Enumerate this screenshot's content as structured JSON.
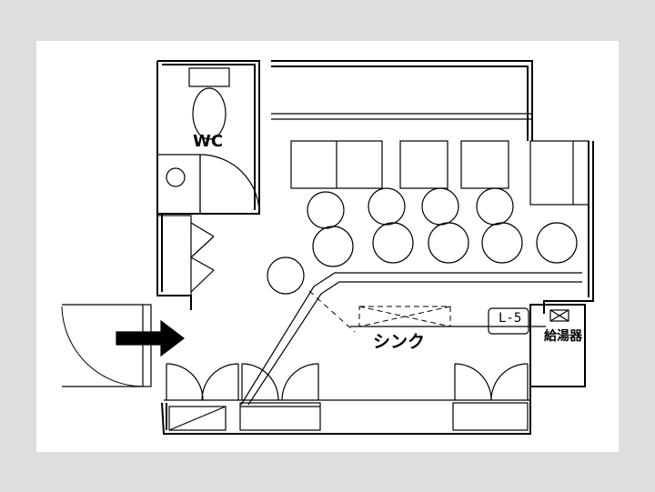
{
  "floorplan": {
    "labels": {
      "wc": "WC",
      "sink": "シンク",
      "water_heater": "給湯器",
      "tag": "L-5"
    },
    "colors": {
      "background": "#dedede",
      "paper": "#ffffff",
      "line": "#000000",
      "arrow": "#000000"
    },
    "icons": [
      "entrance-arrow-icon",
      "water-heater-x-icon",
      "toilet-icon"
    ]
  }
}
